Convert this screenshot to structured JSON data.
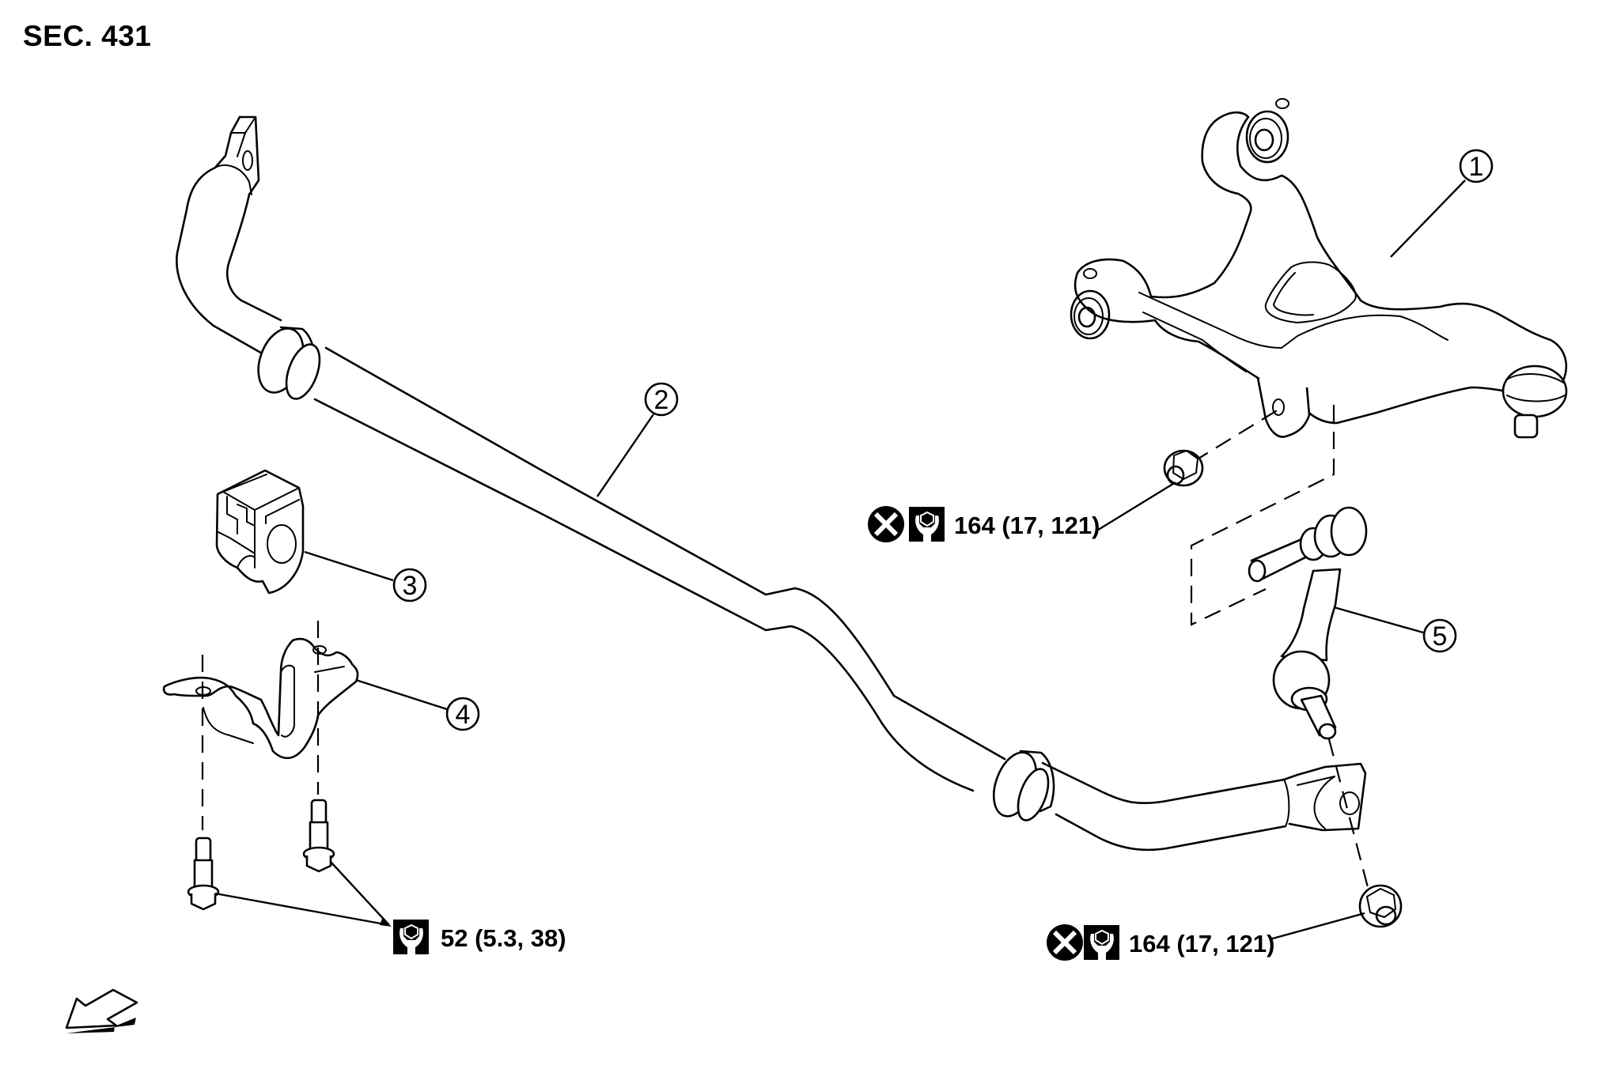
{
  "section_title": "SEC. 431",
  "callouts": [
    {
      "number": "1",
      "part": "Lower control arm (transverse link)"
    },
    {
      "number": "2",
      "part": "Stabilizer bar"
    },
    {
      "number": "3",
      "part": "Stabilizer bushing"
    },
    {
      "number": "4",
      "part": "Stabilizer clamp"
    },
    {
      "number": "5",
      "part": "Stabilizer connecting rod"
    }
  ],
  "torque_specs": [
    {
      "id": "upper-link-nut",
      "non_reusable": true,
      "value": "164 (17, 121)"
    },
    {
      "id": "bar-link-nut",
      "non_reusable": true,
      "value": "164 (17, 121)"
    },
    {
      "id": "clamp-bolts",
      "non_reusable": false,
      "value": "52 (5.3, 38)"
    }
  ],
  "icons": {
    "non_reusable": "non-reusable-part-icon",
    "torque": "torque-wrench-icon",
    "front_direction": "vehicle-front-arrow-icon"
  }
}
